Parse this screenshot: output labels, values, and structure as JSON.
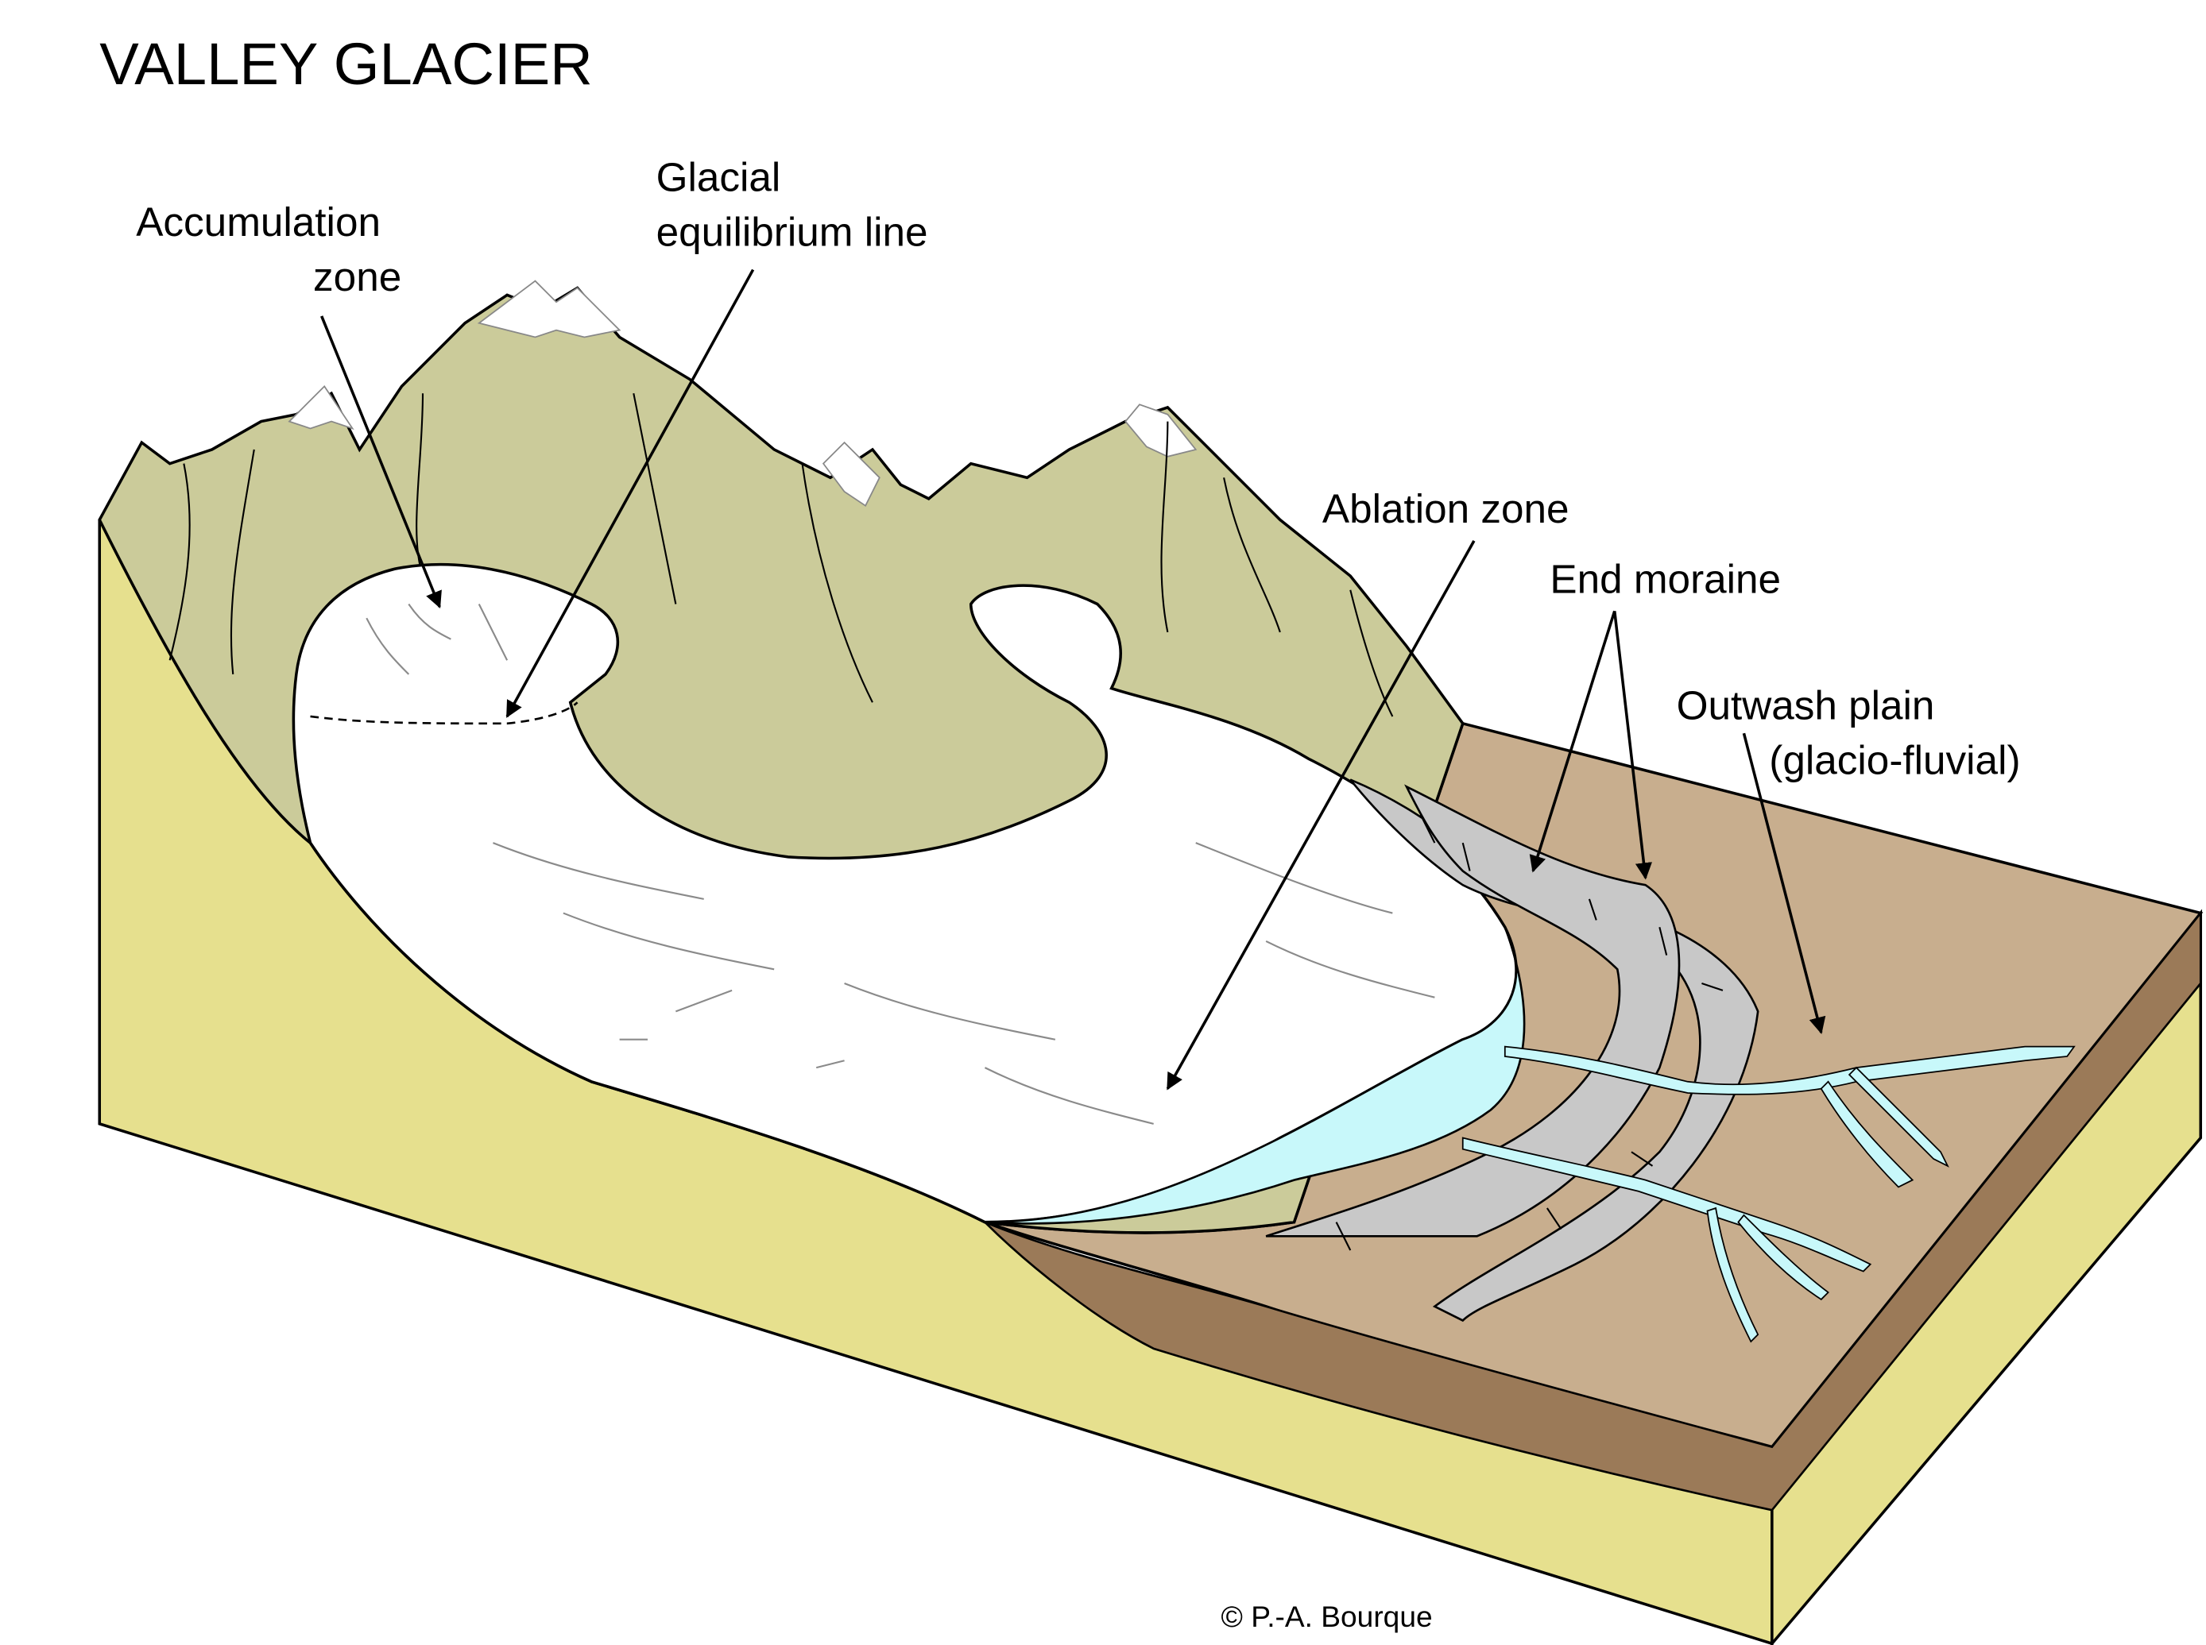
{
  "title": "VALLEY GLACIER",
  "labels": {
    "accumulation_1": "Accumulation",
    "accumulation_2": "zone",
    "equilibrium_1": "Glacial",
    "equilibrium_2": "equilibrium line",
    "ablation": "Ablation zone",
    "end_moraine": "End moraine",
    "outwash_1": "Outwash plain",
    "outwash_2": "(glacio-fluvial)"
  },
  "copyright": "© P.-A. Bourque",
  "colors": {
    "bedrock": "#e6e08e",
    "mountain": "#cbcb9a",
    "ice": "#ffffff",
    "meltwater": "#c8f8fa",
    "outwash_surface": "#c8ae8e",
    "outwash_side": "#9b7a58",
    "moraine": "#c8c8c8",
    "outline": "#000000"
  }
}
